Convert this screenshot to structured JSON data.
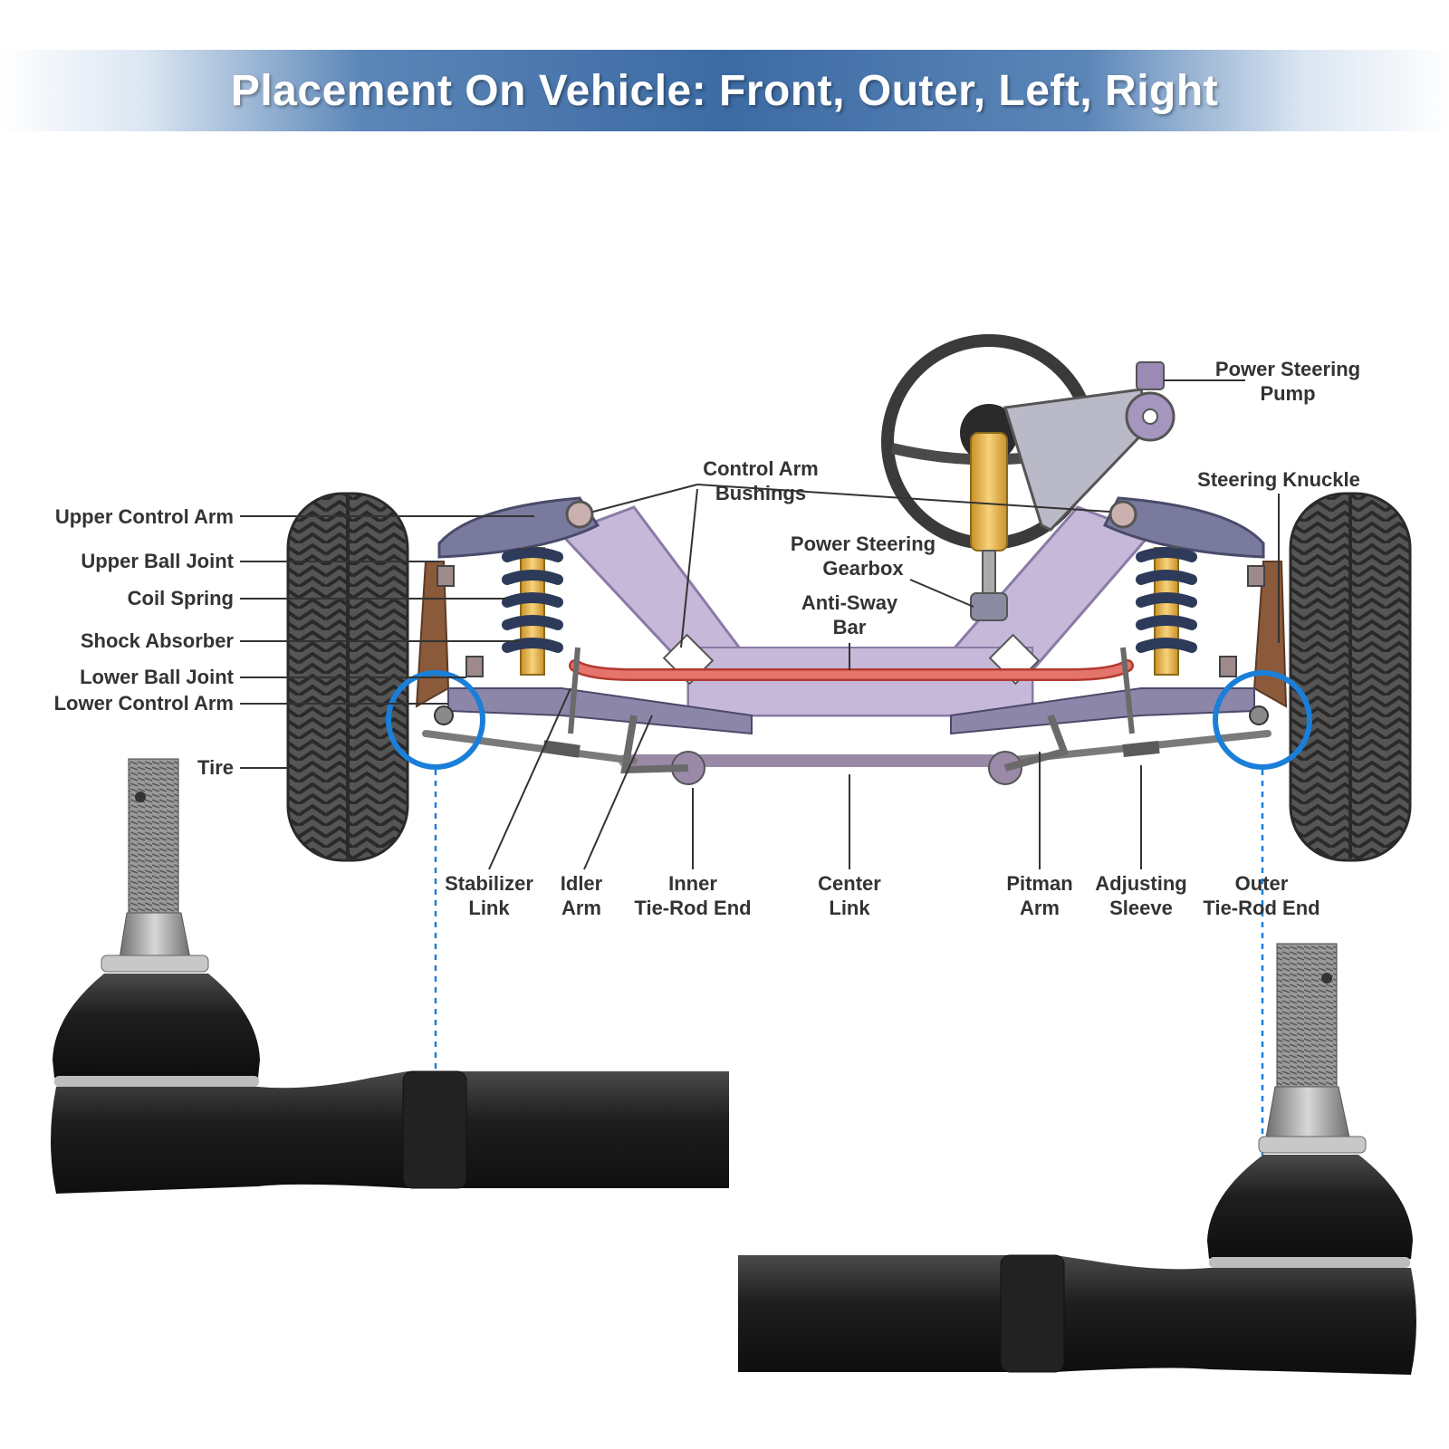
{
  "title": "Placement On Vehicle: Front, Outer, Left, Right",
  "colors": {
    "banner": "#3c6aa3",
    "highlight": "#1a7fd9",
    "frame": "#c6b8d8",
    "control_arm": "#7a7a9e",
    "anti_sway_bar": "#e5746c",
    "tie_rod_part": "#1c1c1c",
    "label_text": "#333333"
  },
  "labels": {
    "upper_control_arm": "Upper Control Arm",
    "upper_ball_joint": "Upper Ball Joint",
    "coil_spring": "Coil Spring",
    "shock_absorber": "Shock Absorber",
    "lower_ball_joint": "Lower Ball Joint",
    "lower_control_arm": "Lower Control Arm",
    "tire": "Tire",
    "control_arm_bushings": [
      "Control Arm",
      "Bushings"
    ],
    "power_steering_pump": [
      "Power Steering",
      "Pump"
    ],
    "steering_knuckle": "Steering Knuckle",
    "power_steering_gearbox": [
      "Power Steering",
      "Gearbox"
    ],
    "anti_sway_bar": [
      "Anti-Sway",
      "Bar"
    ],
    "stabilizer_link": [
      "Stabilizer",
      "Link"
    ],
    "idler_arm": [
      "Idler",
      "Arm"
    ],
    "inner_tie_rod_end": [
      "Inner",
      "Tie-Rod End"
    ],
    "center_link": [
      "Center",
      "Link"
    ],
    "pitman_arm": [
      "Pitman",
      "Arm"
    ],
    "adjusting_sleeve": [
      "Adjusting",
      "Sleeve"
    ],
    "outer_tie_rod_end": [
      "Outer",
      "Tie-Rod End"
    ]
  }
}
